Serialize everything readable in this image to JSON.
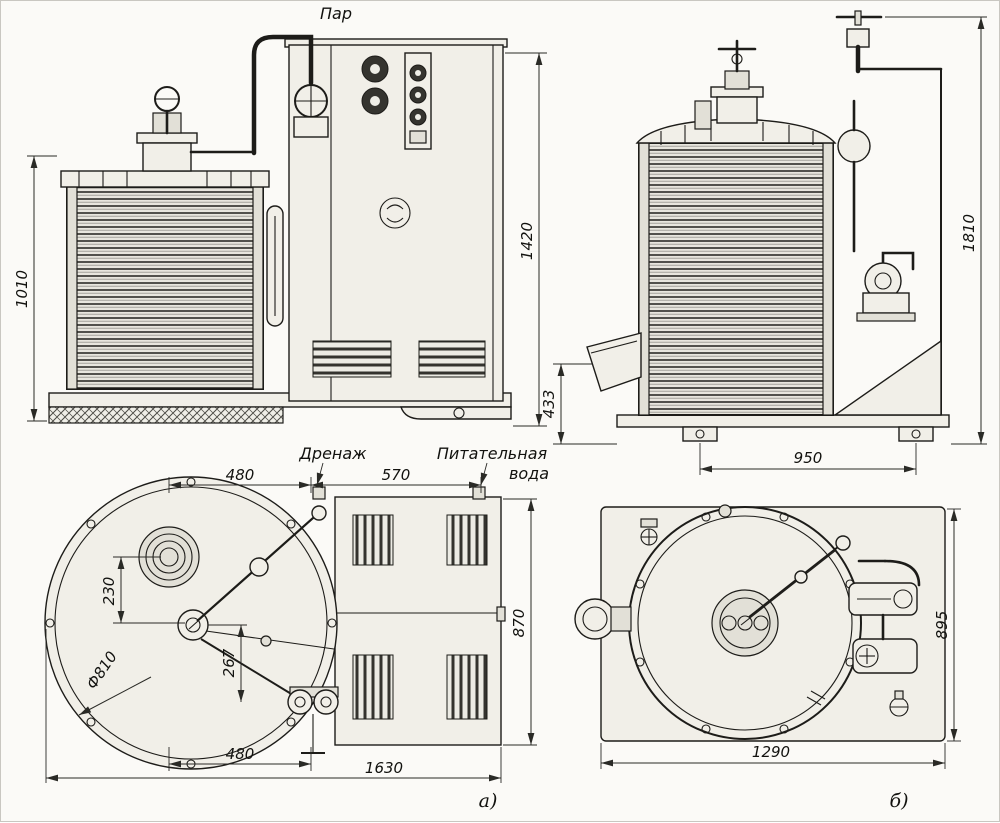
{
  "drawing": {
    "labels": {
      "steam": "Пар",
      "drain": "Дренаж",
      "feed_water_line1": "Питательная",
      "feed_water_line2": "вода",
      "view_a": "а)",
      "view_b": "б)"
    },
    "front_view": {
      "height_vessel": "1010",
      "height_cabinet": "1420",
      "height_drain": "433"
    },
    "side_view": {
      "height_total": "1810",
      "width_base": "950"
    },
    "plan_a": {
      "top_480": "480",
      "top_570": "570",
      "offset_230": "230",
      "diameter": "Ф810",
      "offset_267": "267",
      "bottom_480": "480",
      "length_total": "1630",
      "depth": "870"
    },
    "plan_b": {
      "width": "1290",
      "depth": "895"
    }
  }
}
